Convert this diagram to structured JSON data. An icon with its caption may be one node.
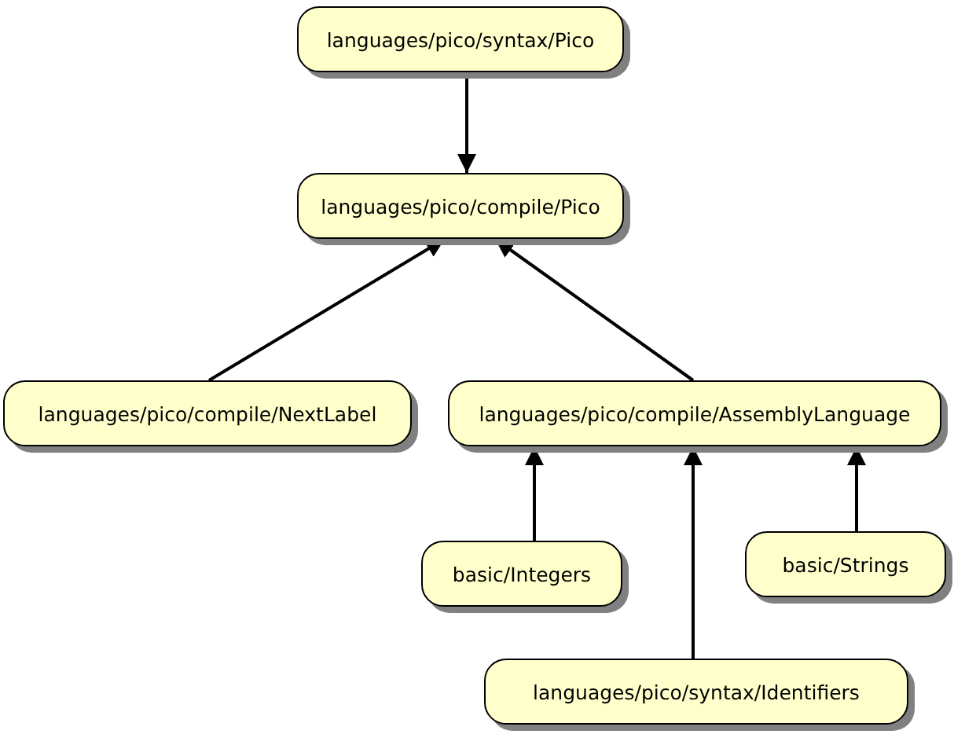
{
  "diagram": {
    "nodes": [
      {
        "text": [
          "languages/pico/syntax/Pico"
        ]
      },
      {
        "text": [
          "languages/pico/compile/Pico"
        ]
      },
      {
        "text": [
          "languages/pico/compile/NextLabel"
        ]
      },
      {
        "text": [
          "languages/pico/compile/AssemblyLanguage"
        ]
      },
      {
        "text": [
          "basic/Integers"
        ]
      },
      {
        "text": [
          "basic/Strings"
        ]
      },
      {
        "text": [
          "languages/pico/syntax/Identifiers"
        ]
      }
    ],
    "edges": [
      {
        "from": 0,
        "to": 1,
        "arrow": "to"
      },
      {
        "from": 2,
        "to": 1,
        "arrow": "to"
      },
      {
        "from": 3,
        "to": 1,
        "arrow": "to"
      },
      {
        "from": 4,
        "to": 3,
        "arrow": "to"
      },
      {
        "from": 6,
        "to": 3,
        "arrow": "to"
      },
      {
        "from": 5,
        "to": 3,
        "arrow": "to"
      }
    ]
  }
}
